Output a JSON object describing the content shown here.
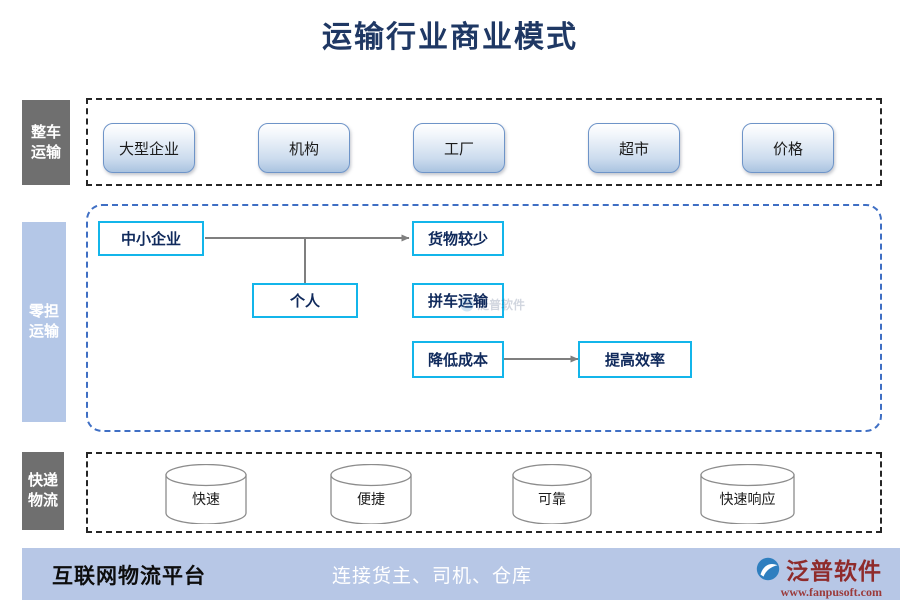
{
  "page": {
    "title": "运输行业商业模式"
  },
  "rows": [
    {
      "label_lines": [
        "整车",
        "运输"
      ],
      "label_style": "gray",
      "items": [
        "大型企业",
        "机构",
        "工厂",
        "超市",
        "价格"
      ]
    },
    {
      "label_lines": [
        "零担",
        "运输"
      ],
      "label_style": "periwinkle",
      "nodes": {
        "sme": "中小企业",
        "individual": "个人",
        "small_cargo": "货物较少",
        "carpool": "拼车运输",
        "reduce_cost": "降低成本",
        "improve_efficiency": "提高效率"
      }
    },
    {
      "label_lines": [
        "快递",
        "物流"
      ],
      "label_style": "gray",
      "items": [
        "快速",
        "便捷",
        "可靠",
        "快速响应"
      ]
    }
  ],
  "footer": {
    "platform": "互联网物流平台",
    "tagline": "连接货主、司机、仓库",
    "brand_name": "泛普软件",
    "brand_url": "www.fanpusoft.com"
  },
  "watermark": {
    "text": "泛普软件"
  },
  "colors": {
    "title": "#1f3864",
    "label_gray": "#6f6f6f",
    "label_periwinkle": "#b4c7e7",
    "cyan_border": "#13b5ea",
    "node_text": "#102a5c",
    "footer_bg": "#b7c7e6",
    "brand_red": "#8f2b2b",
    "connector_gray": "#808080",
    "dashed_blue": "#3f6fc4",
    "dashed_dark": "#262626"
  }
}
